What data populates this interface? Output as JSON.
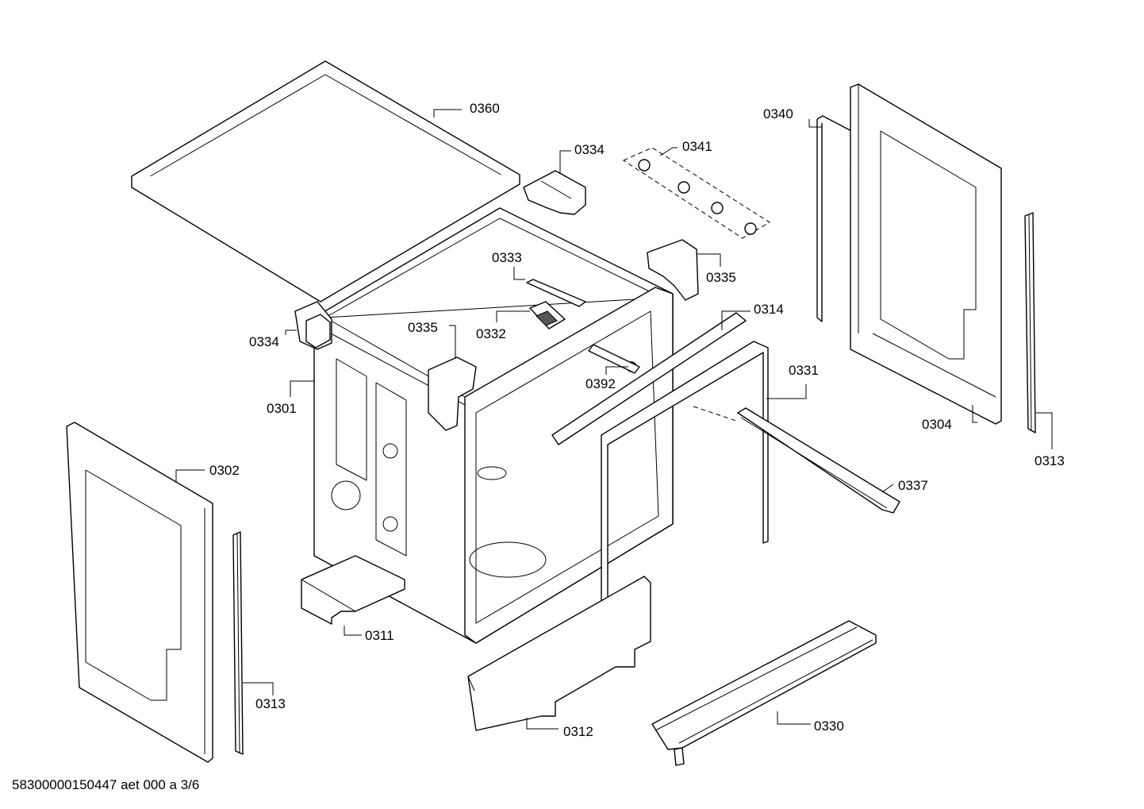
{
  "callouts": {
    "c0360": "0360",
    "c0334_top": "0334",
    "c0341": "0341",
    "c0340": "0340",
    "c0333": "0333",
    "c0335_right": "0335",
    "c0314": "0314",
    "c0335_mid": "0335",
    "c0332": "0332",
    "c0334_left": "0334",
    "c0392": "0392",
    "c0331": "0331",
    "c0301": "0301",
    "c0304": "0304",
    "c0302": "0302",
    "c0313_right": "0313",
    "c0337": "0337",
    "c0311": "0311",
    "c0313_left": "0313",
    "c0312": "0312",
    "c0330": "0330"
  },
  "footer": {
    "drawing_id": "58300000150447 aet 000 a 3/6"
  }
}
